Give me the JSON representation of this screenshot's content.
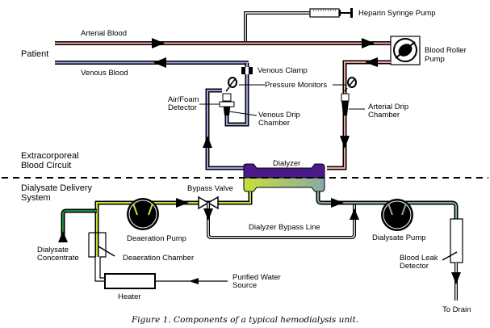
{
  "colors": {
    "arterial": "#f2a39a",
    "venous": "#9aa3e0",
    "dialysate_fresh": "#c8e03a",
    "dialysate_used": "#8aa8a8",
    "concentrate": "#1f8a3a",
    "dialyzer_blood": "#4a1a8a",
    "line": "#000000"
  },
  "labels": {
    "patient": "Patient",
    "arterial_blood": "Arterial Blood",
    "venous_blood": "Venous Blood",
    "heparin_pump": "Heparin Syringe Pump",
    "blood_roller_pump_1": "Blood Roller",
    "blood_roller_pump_2": "Pump",
    "venous_clamp": "Venous Clamp",
    "pressure_monitors": "Pressure Monitors",
    "air_foam_1": "Air/Foam",
    "air_foam_2": "Detector",
    "venous_drip_1": "Venous Drip",
    "venous_drip_2": "Chamber",
    "arterial_drip_1": "Arterial Drip",
    "arterial_drip_2": "Chamber",
    "extracorporeal_1": "Extracorporeal",
    "extracorporeal_2": "Blood Circuit",
    "dialyzer": "Dialyzer",
    "dialysate_delivery_1": "Dialysate Delivery",
    "dialysate_delivery_2": "System",
    "bypass_valve": "Bypass Valve",
    "dialyzer_bypass_line": "Dialyzer Bypass Line",
    "deaeration_pump": "Deaeration Pump",
    "dialysate_pump": "Dialysate Pump",
    "dialysate_concentrate_1": "Dialysate",
    "dialysate_concentrate_2": "Concentrate",
    "deaeration_chamber": "Deaeration Chamber",
    "purified_water_1": "Purified Water",
    "purified_water_2": "Source",
    "heater": "Heater",
    "blood_leak_1": "Blood Leak",
    "blood_leak_2": "Detector",
    "to_drain": "To Drain"
  },
  "caption": "Figure 1.  Components of a typical hemodialysis unit."
}
